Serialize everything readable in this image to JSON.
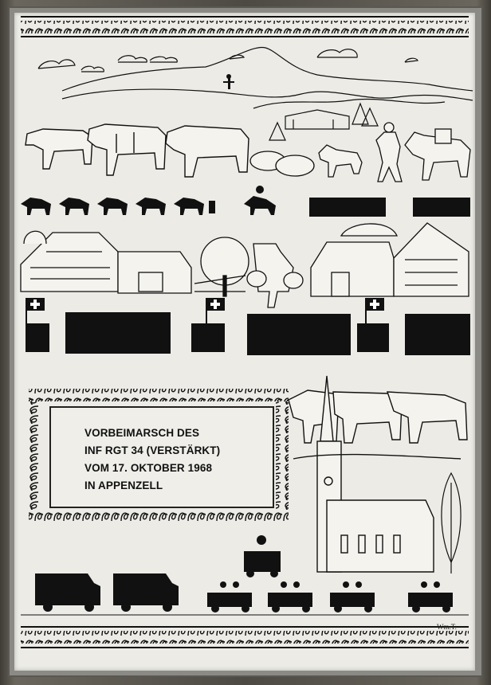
{
  "title_lines": [
    "VORBEIMARSCH DES",
    "INF RGT 34 (VERSTÄRKT)",
    "VOM 17. OKTOBER 1968",
    "IN APPENZELL"
  ],
  "signature": "Wm.T.",
  "colors": {
    "paper": "#ecebe6",
    "ink": "#111111",
    "frame": "#5a5852"
  },
  "icons": [
    "swiss-flag-icon",
    "cow-icon",
    "horse-icon",
    "truck-icon",
    "jeep-icon",
    "church-icon",
    "goat-icon"
  ]
}
